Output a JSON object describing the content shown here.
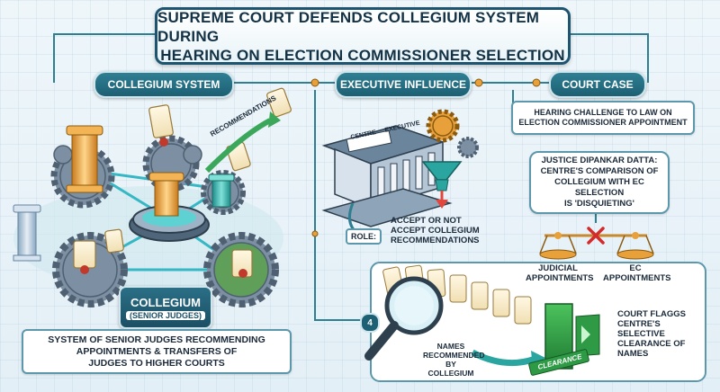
{
  "title": {
    "line1": "SUPREME COURT DEFENDS COLLEGIUM SYSTEM DURING",
    "line2": "HEARING ON ELECTION COMMISSIONER SELECTION"
  },
  "sections": {
    "collegium": {
      "header": "COLLEGIUM SYSTEM",
      "recommendations_label": "RECOMMENDATIONS",
      "collegium_label": "COLLEGIUM",
      "senior_judges_label": "(SENIOR JUDGES)",
      "description": [
        "SYSTEM OF SENIOR JUDGES RECOMMENDING",
        "APPOINTMENTS & TRANSFERS OF",
        "JUDGES TO HIGHER COURTS"
      ]
    },
    "executive": {
      "header": "EXECUTIVE INFLUENCE",
      "building_labels": [
        "CENTRE",
        "EXECUTIVE"
      ],
      "role_label": "ROLE:",
      "role_text": [
        "ACCEPT OR NOT",
        "ACCEPT COLLEGIUM",
        "RECOMMENDATIONS"
      ]
    },
    "court_case": {
      "header": "COURT CASE",
      "hearing": [
        "HEARING CHALLENGE TO LAW ON",
        "ELECTION COMMISSIONER APPOINTMENT"
      ],
      "justice": [
        "JUSTICE DIPANKAR DATTA:",
        "CENTRE'S COMPARISON OF",
        "COLLEGIUM WITH EC SELECTION",
        "IS 'DISQUIETING'"
      ],
      "left_scale": [
        "JUDICIAL",
        "APPOINTMENTS"
      ],
      "right_scale": [
        "EC",
        "APPOINTMENTS"
      ]
    },
    "clearance": {
      "step_number": "4",
      "names_label": [
        "NAMES",
        "RECOMMENDED",
        "BY COLLEGIUM"
      ],
      "clearance_label": "CLEARANCE",
      "flag_text": [
        "COURT FLAGGS",
        "CENTRE'S",
        "SELECTIVE",
        "CLEARANCE OF",
        "NAMES"
      ]
    }
  },
  "colors": {
    "accent": "#1d5f73",
    "gold": "#e8a13a",
    "gear": "#6e8193",
    "teal": "#2aa5a0",
    "green": "#2e9a45",
    "red": "#d42a2a"
  }
}
